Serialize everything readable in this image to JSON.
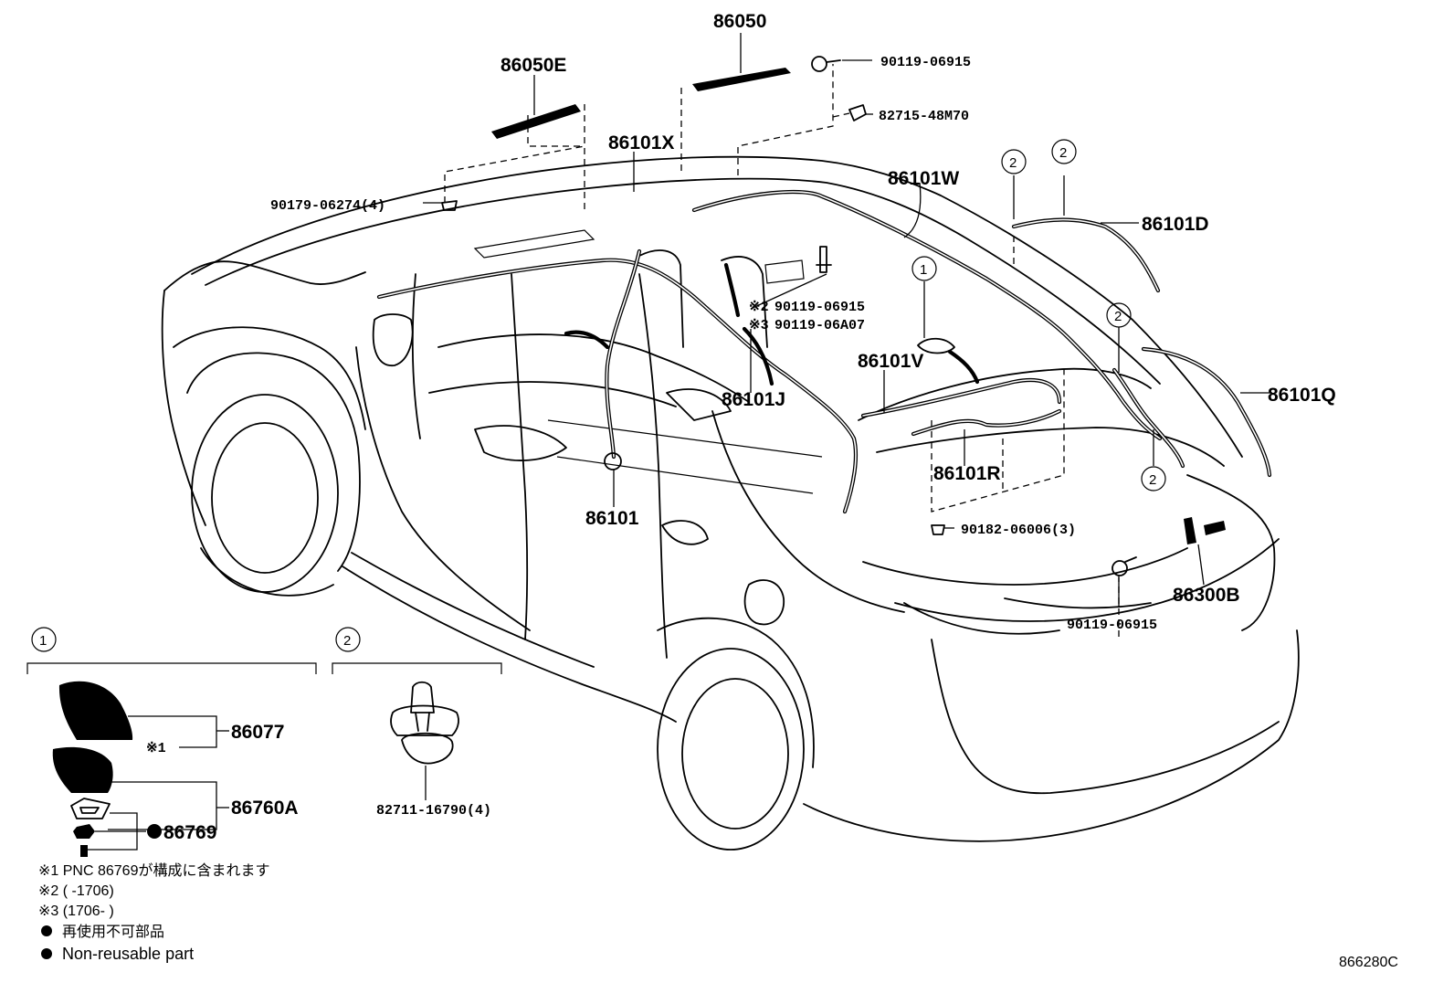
{
  "diagram_code": "866280C",
  "callout_number_1": "1",
  "callout_number_2": "2",
  "parts": {
    "p86050": "86050",
    "p86050E": "86050E",
    "p86101X": "86101X",
    "p86101W": "86101W",
    "p86101D": "86101D",
    "p86101V": "86101V",
    "p86101J": "86101J",
    "p86101Q": "86101Q",
    "p86101R": "86101R",
    "p86101": "86101",
    "p86300B": "86300B",
    "p86077": "86077",
    "p86760A": "86760A",
    "p86769": "86769",
    "p82711": "82711-16790(4)"
  },
  "fasteners": {
    "f9011906915_top": "90119-06915",
    "f8271548M70": "82715-48M70",
    "f9017906274": "90179-06274(4)",
    "f9011906915_mid": "90119-06915",
    "f9011906A07": "90119-06A07",
    "f9018206006": "90182-06006(3)",
    "f9011906915_bot": "90119-06915",
    "mark_2": "※2",
    "mark_3": "※3",
    "mark_1": "※1"
  },
  "notes": {
    "n1": "※1 PNC 86769が構成に含まれます",
    "n2": "※2 (      -1706)",
    "n3": "※3 (1706-       )",
    "n4": "再使用不可部品",
    "n5": "Non-reusable part"
  }
}
